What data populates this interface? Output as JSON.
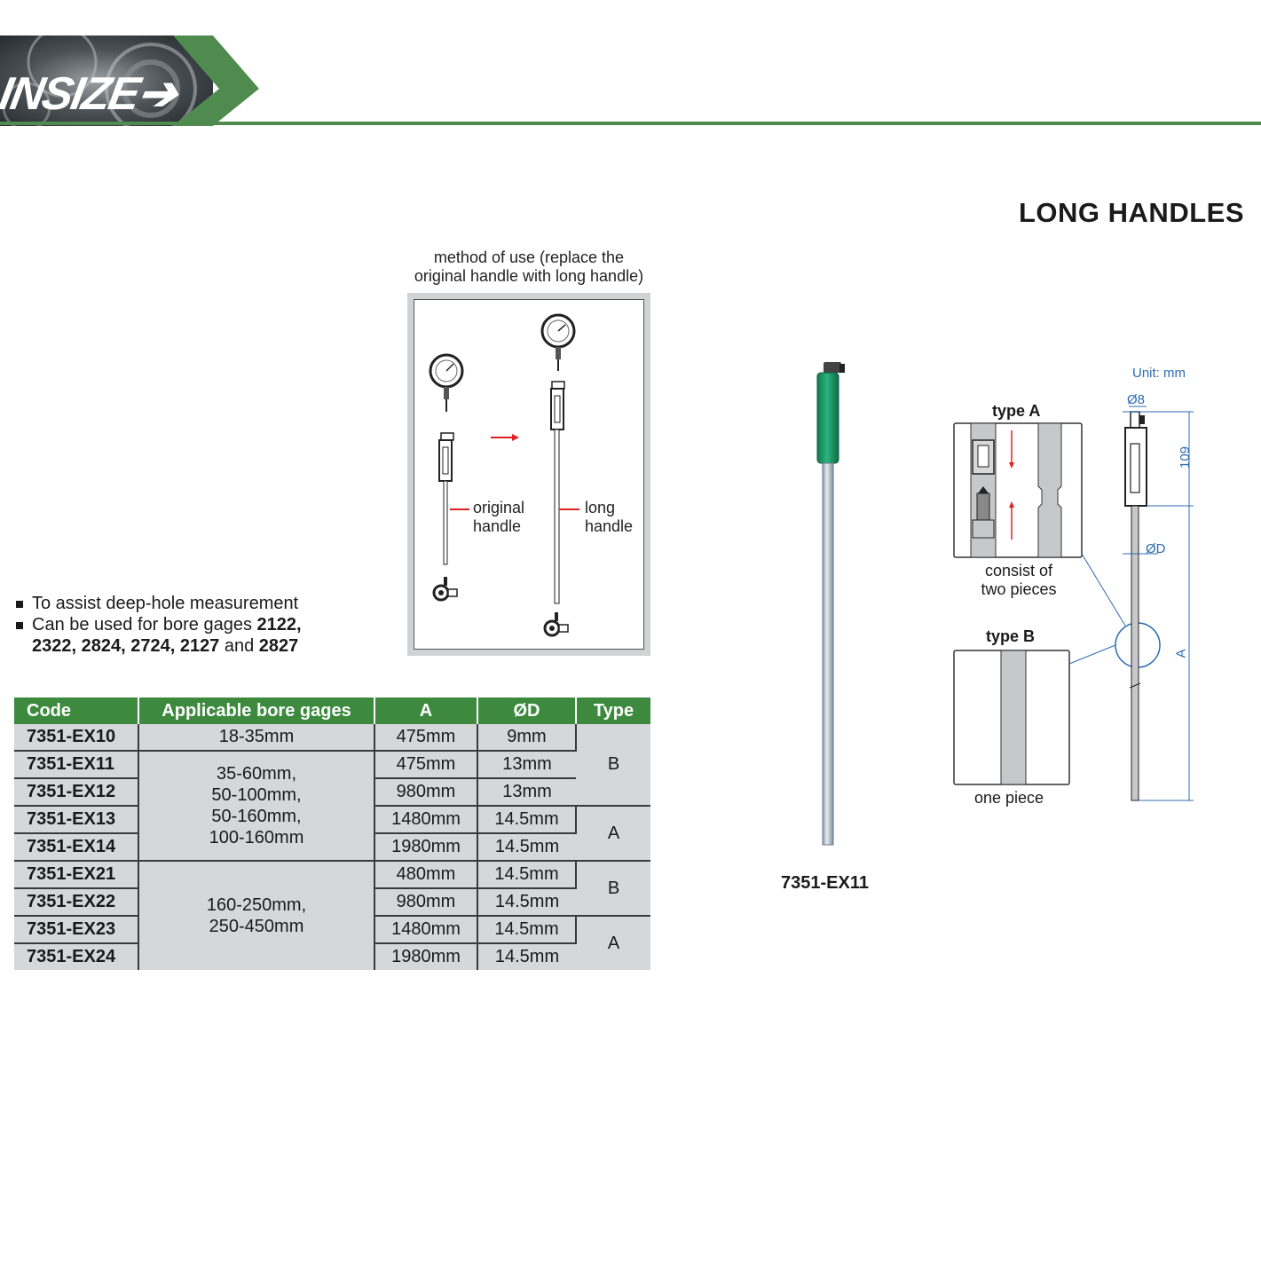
{
  "header": {
    "brand": "INSIZE",
    "accent_color": "#4f8a4f"
  },
  "page_title": "LONG HANDLES",
  "method_of_use": {
    "caption_line1": "method of use (replace the",
    "caption_line2": "original handle with long handle)",
    "original_label_line1": "original",
    "original_label_line2": "handle",
    "long_label_line1": "long",
    "long_label_line2": "handle",
    "arrow_icon": "arrow-right-icon"
  },
  "features": {
    "bullet1": "To assist deep-hole measurement",
    "bullet2_prefix": "Can be used for bore gages ",
    "bullet2_models_a": "2122,",
    "bullet2_models_b": "2322, 2824, 2724, 2127",
    "bullet2_and": " and ",
    "bullet2_models_c": "2827"
  },
  "table": {
    "headers": {
      "code": "Code",
      "gages": "Applicable bore gages",
      "a": "A",
      "d": "ØD",
      "type": "Type"
    },
    "rows": [
      {
        "code": "7351-EX10",
        "a": "475mm",
        "d": "9mm"
      },
      {
        "code": "7351-EX11",
        "a": "475mm",
        "d": "13mm"
      },
      {
        "code": "7351-EX12",
        "a": "980mm",
        "d": "13mm"
      },
      {
        "code": "7351-EX13",
        "a": "1480mm",
        "d": "14.5mm"
      },
      {
        "code": "7351-EX14",
        "a": "1980mm",
        "d": "14.5mm"
      },
      {
        "code": "7351-EX21",
        "a": "480mm",
        "d": "14.5mm"
      },
      {
        "code": "7351-EX22",
        "a": "980mm",
        "d": "14.5mm"
      },
      {
        "code": "7351-EX23",
        "a": "1480mm",
        "d": "14.5mm"
      },
      {
        "code": "7351-EX24",
        "a": "1980mm",
        "d": "14.5mm"
      }
    ],
    "gages_groups": {
      "g1": "18-35mm",
      "g2_l1": "35-60mm,",
      "g2_l2": "50-100mm,",
      "g2_l3": "50-160mm,",
      "g2_l4": "100-160mm",
      "g3_l1": "160-250mm,",
      "g3_l2": "250-450mm"
    },
    "type_groups": {
      "t1": "B",
      "t2": "A",
      "t3": "B",
      "t4": "A"
    },
    "header_color": "#3d8a3f",
    "cell_color": "#d6d7d9"
  },
  "product": {
    "caption": "7351-EX11",
    "handle_color": "#1f9a6a"
  },
  "drawing": {
    "unit": "Unit: mm",
    "dia_top": "Ø8",
    "dim_109": "109",
    "dia_d": "ØD",
    "dim_a": "A",
    "type_a_title": "type A",
    "type_a_caption_line1": "consist of",
    "type_a_caption_line2": "two pieces",
    "type_b_title": "type B",
    "type_b_caption": "one piece",
    "dim_color": "#2e6bb0"
  }
}
